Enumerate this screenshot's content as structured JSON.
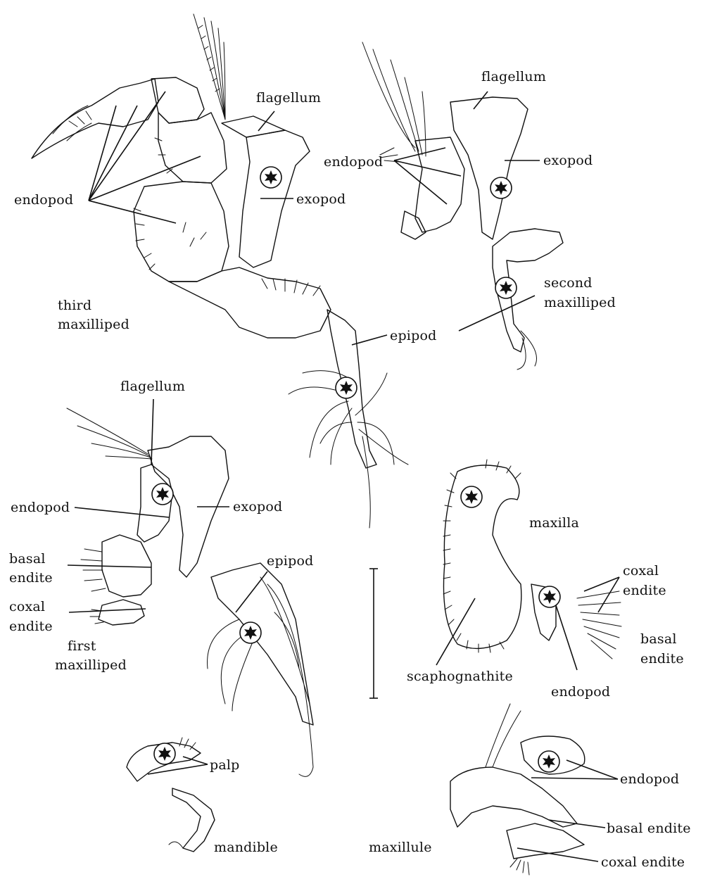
{
  "labels": {
    "third_maxilliped": {
      "flagellum": "flagellum",
      "endopod": "endopod",
      "exopod": "exopod",
      "name_line1": "third",
      "name_line2": "maxilliped",
      "epipod": "epipod"
    },
    "second_maxilliped": {
      "flagellum": "flagellum",
      "endopod": "endopod",
      "exopod": "exopod",
      "name_line1": "second",
      "name_line2": "maxilliped"
    },
    "first_maxilliped": {
      "flagellum": "flagellum",
      "endopod": "endopod",
      "exopod": "exopod",
      "basal_line1": "basal",
      "basal_line2": "endite",
      "coxal_line1": "coxal",
      "coxal_line2": "endite",
      "name_line1": "first",
      "name_line2": "maxilliped",
      "epipod": "epipod"
    },
    "maxilla": {
      "name": "maxilla",
      "coxal_line1": "coxal",
      "coxal_line2": "endite",
      "basal_line1": "basal",
      "basal_line2": "endite",
      "scaphognathite": "scaphognathite",
      "endopod": "endopod"
    },
    "mandible": {
      "palp": "palp",
      "name": "mandible"
    },
    "maxillule": {
      "name": "maxillule",
      "endopod": "endopod",
      "basal_endite": "basal endite",
      "coxal_endite": "coxal endite"
    }
  }
}
